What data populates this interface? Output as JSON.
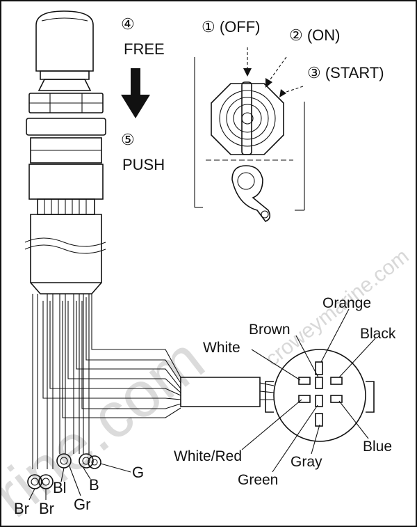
{
  "steps": {
    "free": {
      "num": "④",
      "text": "FREE"
    },
    "push": {
      "num": "⑤",
      "text": "PUSH"
    }
  },
  "positions": {
    "off": "① (OFF)",
    "on": "② (ON)",
    "start": "③ (START)"
  },
  "connector_wires": {
    "orange": "Orange",
    "brown": "Brown",
    "black": "Black",
    "white": "White",
    "blue": "Blue",
    "white_red": "White/Red",
    "gray": "Gray",
    "green": "Green"
  },
  "terminals": {
    "g": "G",
    "bl": "Bl",
    "b": "B",
    "gr": "Gr",
    "br1": "Br",
    "br2": "Br"
  },
  "watermark": {
    "small": "croweymarine.com",
    "large": "rine.com"
  }
}
